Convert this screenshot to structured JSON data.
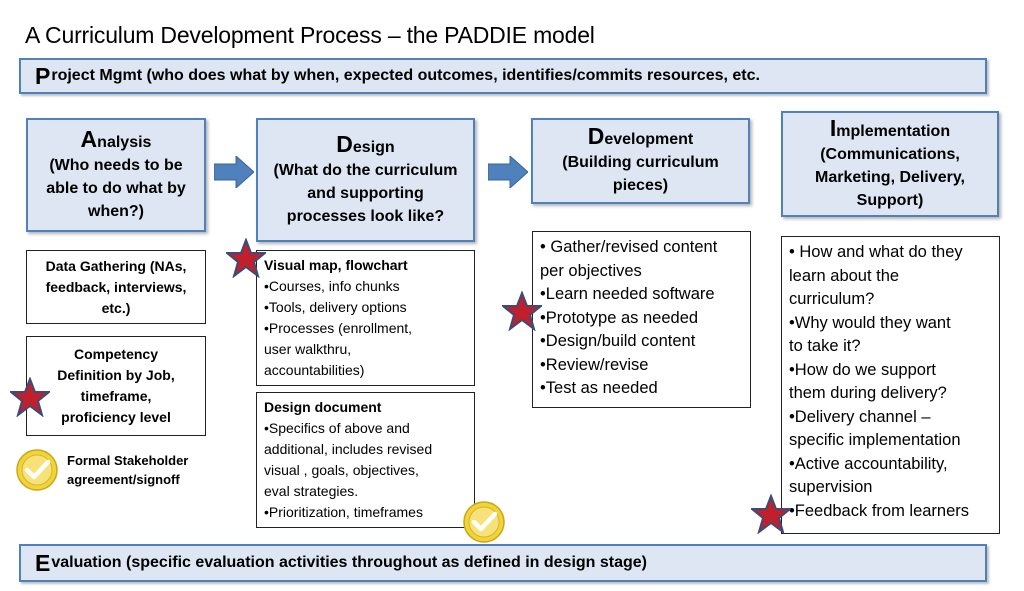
{
  "title": "A Curriculum Development Process – the PADDIE model",
  "project_band": {
    "initial": "P",
    "rest": "roject Mgmt (who does what by when, expected outcomes, identifies/commits resources, etc."
  },
  "evaluation_band": {
    "initial": "E",
    "rest": "valuation (specific  evaluation activities throughout as defined in design stage)"
  },
  "phases": {
    "analysis": {
      "initial": "A",
      "rest": "nalysis",
      "lines": [
        "(Who needs to be",
        "able to do what by",
        "when?)"
      ]
    },
    "design": {
      "initial": "D",
      "rest": "esign",
      "lines": [
        "(What do the curriculum",
        "and supporting",
        "processes look like?"
      ]
    },
    "development": {
      "initial": "D",
      "rest": "evelopment",
      "lines": [
        "(Building curriculum",
        "pieces)"
      ]
    },
    "implementation": {
      "initial": "I",
      "rest": "mplementation",
      "lines": [
        "(Communications,",
        "Marketing, Delivery,",
        "Support)"
      ]
    }
  },
  "analysis_boxes": {
    "data_gathering": [
      "Data Gathering (NAs,",
      "feedback, interviews,",
      "etc.)"
    ],
    "competency": [
      "Competency",
      "Definition by Job,",
      "timeframe,",
      "proficiency level"
    ],
    "stakeholder_note": [
      "Formal Stakeholder",
      "agreement/signoff"
    ]
  },
  "design_boxes": {
    "visual_map": {
      "head": "Visual map, flowchart",
      "lines": [
        "•Courses, info chunks",
        "•Tools, delivery options",
        "•Processes (enrollment,",
        "user walkthru,",
        "accountabilities)"
      ]
    },
    "design_doc": {
      "head": "Design document",
      "lines": [
        "•Specifics of above and",
        "additional,  includes revised",
        "visual , goals, objectives,",
        "eval strategies.",
        "•Prioritization, timeframes"
      ]
    }
  },
  "development_list": [
    "• Gather/revised content",
    "per objectives",
    "•Learn needed software",
    "•Prototype as needed",
    "•Design/build content",
    "•Review/revise",
    "•Test as needed"
  ],
  "implementation_list": [
    "• How and what do they",
    "learn about the",
    "curriculum?",
    "•Why would they want",
    "to take it?",
    "•How do we support",
    "them during delivery?",
    "•Delivery channel –",
    "specific implementation",
    "•Active accountability,",
    "supervision",
    "•Feedback from learners"
  ],
  "colors": {
    "band_fill": "#dde6f2",
    "band_border": "#4f81bd",
    "arrow": "#4f81bd",
    "star": "#c0202b",
    "check": "#f2d33a"
  }
}
